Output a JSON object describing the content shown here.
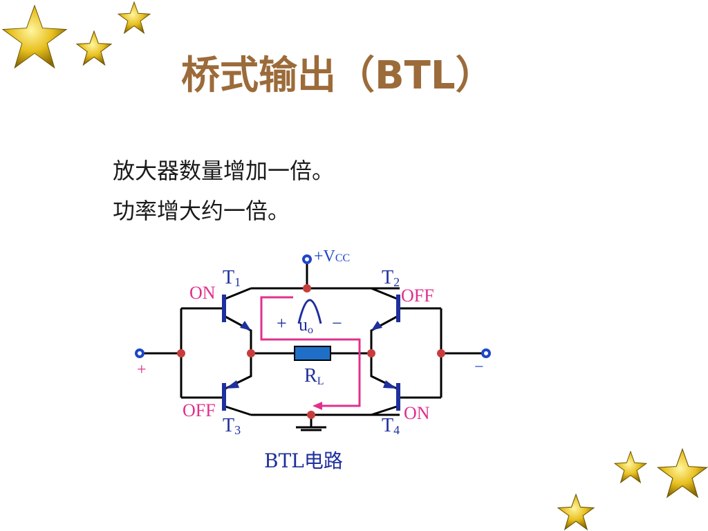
{
  "title": "桥式输出（BTL）",
  "bullets": [
    "放大器数量增加一倍。",
    "功率增大约一倍。"
  ],
  "circuit": {
    "caption": "BTL电路",
    "supply_label": "+V",
    "supply_sub": "CC",
    "load_label": "R",
    "load_sub": "L",
    "output_label": "u",
    "output_sub": "o",
    "plus_sign": "+",
    "minus_sign": "−",
    "input_plus": "+",
    "input_minus": "−",
    "transistors": [
      {
        "name": "T",
        "sub": "1",
        "state": "ON"
      },
      {
        "name": "T",
        "sub": "2",
        "state": "OFF"
      },
      {
        "name": "T",
        "sub": "3",
        "state": "OFF"
      },
      {
        "name": "T",
        "sub": "4",
        "state": "ON"
      }
    ]
  },
  "colors": {
    "title": "#9c6b3a",
    "state_text": "#e0308c",
    "current_path": "#e0308c",
    "transistor": "#1f2f9c",
    "node": "#c83c3c",
    "terminal": "#1f46c8",
    "load": "#1f6fc8",
    "star": "#e8c020"
  }
}
